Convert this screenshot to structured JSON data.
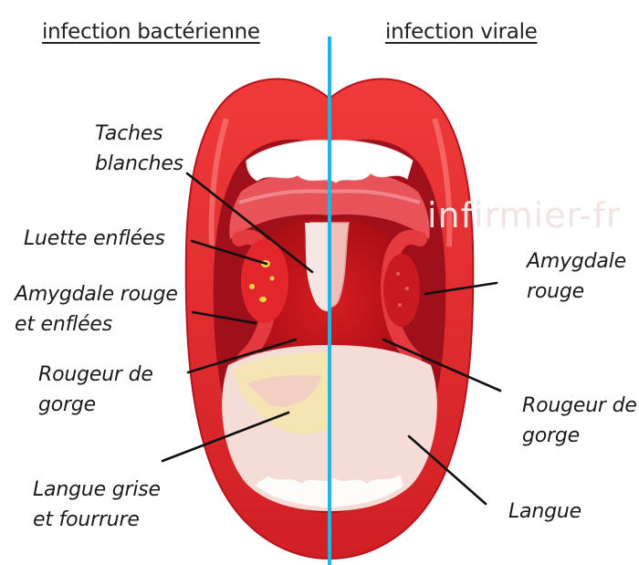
{
  "headings": {
    "left": "infection bactérienne",
    "right": "infection virale"
  },
  "labels": {
    "left": {
      "white_spots": "Taches\nblanches",
      "uvula": "Luette enflées",
      "tonsil": "Amygdale rouge\net enflées",
      "throat": "Rougeur de\ngorge",
      "tongue": "Langue grise\net fourrure"
    },
    "right": {
      "tonsil": "Amygdale\nrouge",
      "throat": "Rougeur de\ngorge",
      "tongue": "Langue"
    }
  },
  "watermark": "infirmier-fr",
  "colors": {
    "divider": "#1fb6e6",
    "lip": "#e5272d",
    "throat": "#c4141c",
    "tongue_bacterial": "#f3cfc2",
    "tongue_viral": "#f6dcd7",
    "white_spots": "#f2d348"
  }
}
